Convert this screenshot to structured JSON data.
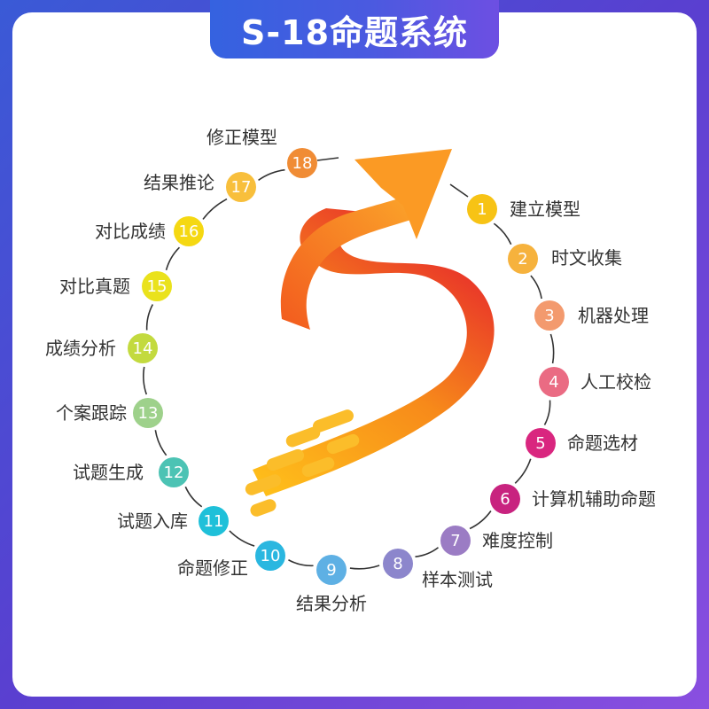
{
  "title": "S-18命题系统",
  "steps": [
    {
      "num": "1",
      "label": "建立模型",
      "color": "#f7c315"
    },
    {
      "num": "2",
      "label": "时文收集",
      "color": "#f6b23d"
    },
    {
      "num": "3",
      "label": "机器处理",
      "color": "#f39a6e"
    },
    {
      "num": "4",
      "label": "人工校检",
      "color": "#ea6b83"
    },
    {
      "num": "5",
      "label": "命题选材",
      "color": "#d9267f"
    },
    {
      "num": "6",
      "label": "计算机辅助命题",
      "color": "#c8237f"
    },
    {
      "num": "7",
      "label": "难度控制",
      "color": "#9b7cc4"
    },
    {
      "num": "8",
      "label": "样本测试",
      "color": "#8c86cc"
    },
    {
      "num": "9",
      "label": "结果分析",
      "color": "#5eb0e4"
    },
    {
      "num": "10",
      "label": "命题修正",
      "color": "#2ab7e0"
    },
    {
      "num": "11",
      "label": "试题入库",
      "color": "#1fc0d9"
    },
    {
      "num": "12",
      "label": "试题生成",
      "color": "#4cc3b4"
    },
    {
      "num": "13",
      "label": "个案跟踪",
      "color": "#9ed18b"
    },
    {
      "num": "14",
      "label": "成绩分析",
      "color": "#c3da3f"
    },
    {
      "num": "15",
      "label": "对比真题",
      "color": "#eae21c"
    },
    {
      "num": "16",
      "label": "对比成绩",
      "color": "#f5d812"
    },
    {
      "num": "17",
      "label": "结果推论",
      "color": "#f8bf3c"
    },
    {
      "num": "18",
      "label": "修正模型",
      "color": "#f08c35"
    }
  ]
}
